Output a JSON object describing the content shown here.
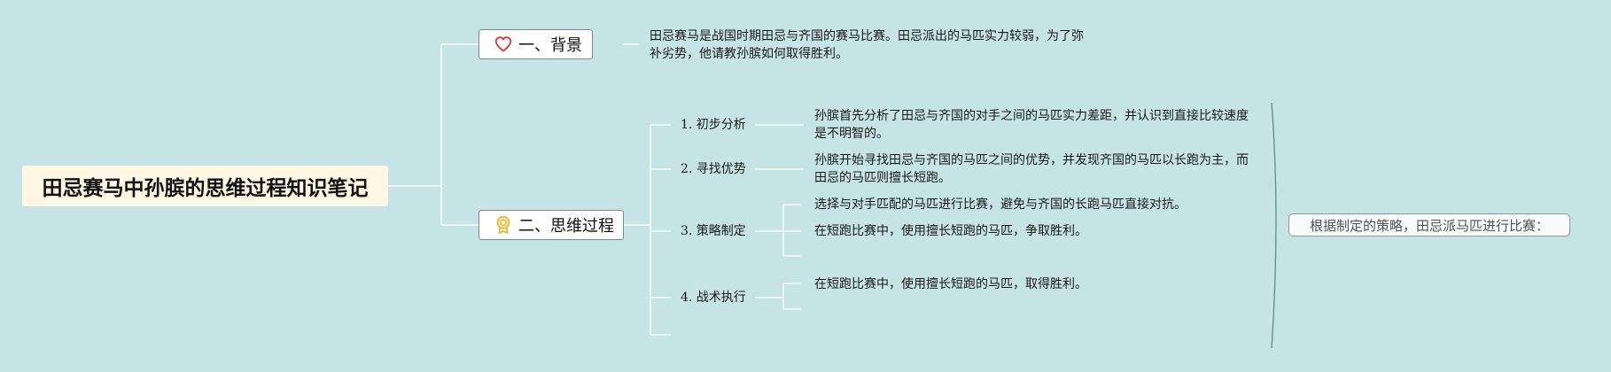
{
  "root": {
    "title": "田忌赛马中孙膑的思维过程知识笔记"
  },
  "branches": [
    {
      "label": "一、背景",
      "icon": "heart-icon",
      "text": "田忌赛马是战国时期田忌与齐国的赛马比赛。田忌派出的马匹实力较弱，为了弥补劣势，他请教孙膑如何取得胜利。",
      "text_lines": [
        "田忌赛马是战国时期田忌与齐国的赛马比赛。田忌派出的马匹实力较弱，为了弥",
        "补劣势，他请教孙膑如何取得胜利。"
      ]
    },
    {
      "label": "二、思维过程",
      "icon": "award-badge-icon",
      "steps": [
        {
          "label": "1. 初步分析",
          "details": [
            [
              "孙膑首先分析了田忌与齐国的对手之间的马匹实力差距，并认识到直接比较速度",
              "是不明智的。"
            ]
          ]
        },
        {
          "label": "2. 寻找优势",
          "details": [
            [
              "孙膑开始寻找田忌与齐国的马匹之间的优势，并发现齐国的马匹以长跑为主，而",
              "田忌的马匹则擅长短跑。"
            ]
          ]
        },
        {
          "label": "3. 策略制定",
          "details": [
            [
              "选择与对手匹配的马匹进行比赛，避免与齐国的长跑马匹直接对抗。"
            ],
            [
              "在短跑比赛中，使用擅长短跑的马匹，争取胜利。"
            ]
          ]
        },
        {
          "label": "4. 战术执行",
          "details": [
            [
              "在短跑比赛中，使用擅长短跑的马匹，取得胜利。"
            ]
          ]
        }
      ]
    }
  ],
  "summary": {
    "text": "根据制定的策略，田忌派马匹进行比赛："
  },
  "colors": {
    "background": "#c6e4e5",
    "root_fill": "#fdf6e2",
    "line": "#ffffff",
    "heart": "#d23a3a",
    "badge": "#f0b429",
    "bracket": "#5b8f88"
  }
}
